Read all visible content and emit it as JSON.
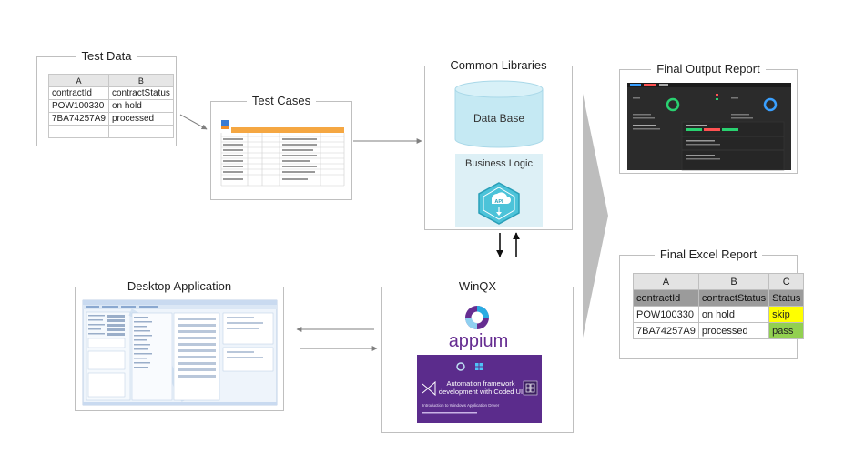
{
  "test_data": {
    "title": "Test Data",
    "columns": [
      "A",
      "B"
    ],
    "rows": [
      [
        "contractId",
        "contractStatus"
      ],
      [
        "POW100330",
        "on hold"
      ],
      [
        "7BA74257A9",
        "processed"
      ]
    ]
  },
  "test_cases": {
    "title": "Test Cases"
  },
  "common_libraries": {
    "title": "Common Libraries",
    "database_label": "Data Base",
    "business_logic_label": "Business Logic",
    "api_label": "API"
  },
  "final_output_report": {
    "title": "Final Output Report"
  },
  "final_excel_report": {
    "title": "Final Excel Report",
    "columns": [
      "A",
      "B",
      "C"
    ],
    "header": [
      "contractId",
      "contractStatus",
      "Status"
    ],
    "rows": [
      [
        "POW100330",
        "on hold",
        "skip"
      ],
      [
        "7BA74257A9",
        "processed",
        "pass"
      ]
    ],
    "colors": {
      "skip": "#ffff00",
      "pass": "#92d050"
    }
  },
  "desktop_application": {
    "title": "Desktop Application"
  },
  "winqx": {
    "title": "WinQX",
    "appium_label": "appium",
    "banner_line1": "Automation framework",
    "banner_line2": "development with Coded UI",
    "banner_sub": "Introduction to Windows Application Driver"
  },
  "colors": {
    "database": "#c5e9f3",
    "business_logic_bg": "#ddf0f6",
    "api_hex": "#4cc3d9",
    "appium_purple": "#662d91",
    "banner_purple": "#5b2c8c",
    "report_dark": "#2b2b2b",
    "big_arrow": "#bdbdbd"
  }
}
